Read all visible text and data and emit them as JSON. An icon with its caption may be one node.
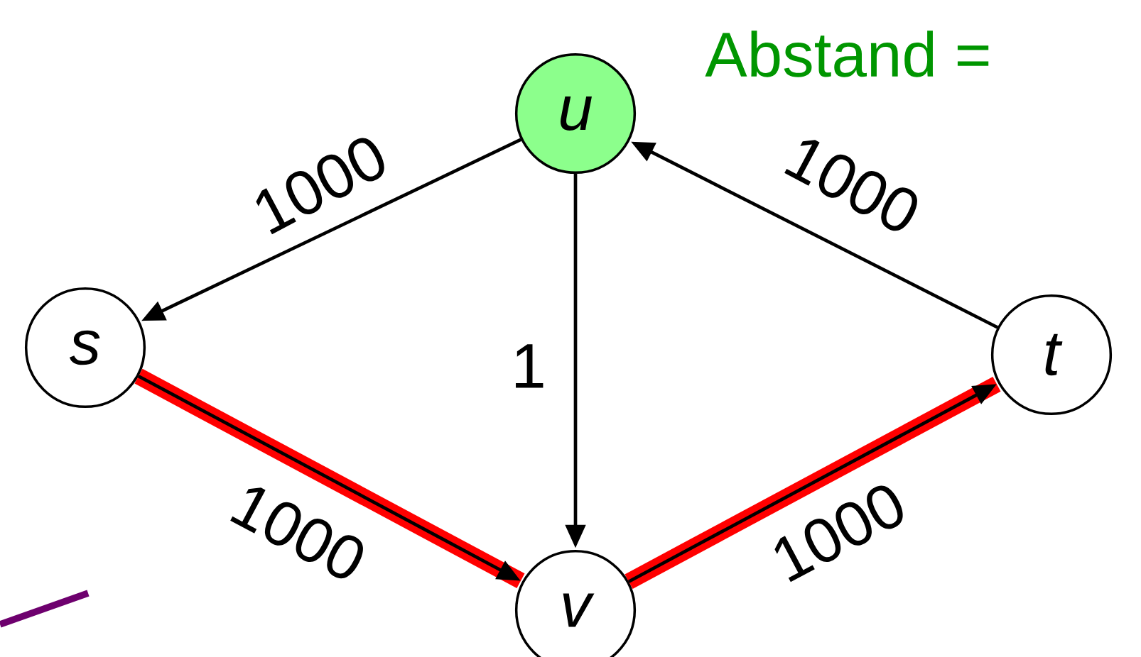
{
  "diagram": {
    "nodes": [
      {
        "text": [
          "u"
        ],
        "beside": [
          "Abstand ="
        ]
      },
      {
        "text": [
          "s"
        ]
      },
      {
        "text": [
          "t"
        ]
      },
      {
        "text": [
          "v"
        ]
      }
    ],
    "edges": [
      {
        "from": 0,
        "to": 1,
        "arrow": "to",
        "label": "1000"
      },
      {
        "from": 2,
        "to": 0,
        "arrow": "to",
        "label": "1000"
      },
      {
        "from": 0,
        "to": 3,
        "arrow": "to",
        "label": "1"
      },
      {
        "from": 1,
        "to": 3,
        "arrow": "to",
        "label": "1000",
        "style": "thick",
        "color": "#ff0000"
      },
      {
        "from": 3,
        "to": 2,
        "arrow": "to",
        "label": "1000",
        "style": "thick",
        "color": "#ff0000"
      }
    ]
  }
}
